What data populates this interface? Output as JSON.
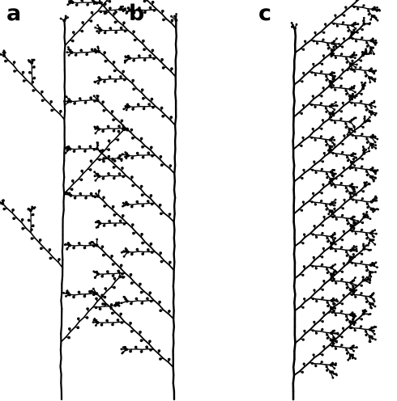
{
  "panels": [
    {
      "label": "a"
    },
    {
      "label": "b"
    },
    {
      "label": "c"
    }
  ],
  "colors": {
    "ink": "#000000",
    "background": "#ffffff"
  }
}
